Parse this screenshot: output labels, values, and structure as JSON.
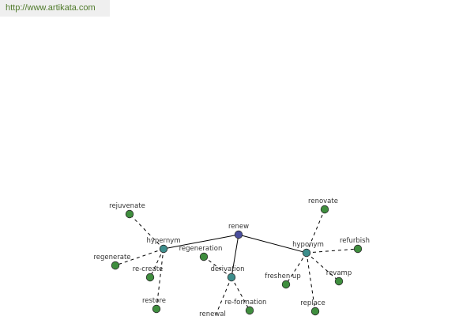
{
  "header": {
    "url": "http://www.artikata.com"
  },
  "graph": {
    "colors": {
      "center": "#4a4e9e",
      "relation": "#3d8e8c",
      "leaf": "#3f8e3e",
      "edge": "#000000",
      "node_stroke": "#2b2b2b"
    },
    "center": {
      "id": "renew",
      "label": "renew"
    },
    "relations": [
      {
        "id": "hypernym",
        "label": "hypernym"
      },
      {
        "id": "derivation",
        "label": "derivation"
      },
      {
        "id": "hyponym",
        "label": "hyponym"
      }
    ],
    "leaves": [
      {
        "id": "rejuvenate",
        "label": "rejuvenate",
        "parent": "hypernym"
      },
      {
        "id": "regenerate",
        "label": "regenerate",
        "parent": "hypernym"
      },
      {
        "id": "re-create",
        "label": "re-create",
        "parent": "hypernym"
      },
      {
        "id": "restore",
        "label": "restore",
        "parent": "hypernym"
      },
      {
        "id": "regeneration",
        "label": "regeneration",
        "parent": "derivation"
      },
      {
        "id": "renewal",
        "label": "renewal",
        "parent": "derivation"
      },
      {
        "id": "re-formation",
        "label": "re-formation",
        "parent": "derivation"
      },
      {
        "id": "renovate",
        "label": "renovate",
        "parent": "hyponym"
      },
      {
        "id": "refurbish",
        "label": "refurbish",
        "parent": "hyponym"
      },
      {
        "id": "freshen-up",
        "label": "freshen up",
        "parent": "hyponym"
      },
      {
        "id": "revamp",
        "label": "revamp",
        "parent": "hyponym"
      },
      {
        "id": "replace",
        "label": "replace",
        "parent": "hyponym"
      }
    ]
  }
}
